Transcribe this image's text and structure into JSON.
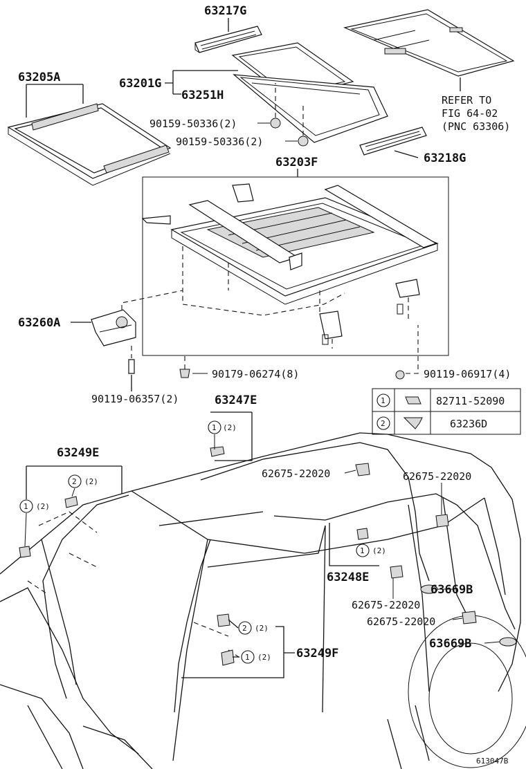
{
  "labels": {
    "p63217G": "63217G",
    "p63205A": "63205A",
    "p63201G": "63201G",
    "p63251H": "63251H",
    "b90159a": "90159-50336(2)",
    "b90159b": "90159-50336(2)",
    "refer1": "REFER TO",
    "refer2": "FIG 64-02",
    "refer3": "(PNC 63306)",
    "p63218G": "63218G",
    "p63203F": "63203F",
    "p63260A": "63260A",
    "b90179": "90179-06274(8)",
    "b90119a": "90119-06917(4)",
    "b90119b": "90119-06357(2)",
    "p63247E": "63247E",
    "p63249E": "63249E",
    "c62675a": "62675-22020",
    "c62675b": "62675-22020",
    "c62675c": "62675-22020",
    "c62675d": "62675-22020",
    "p63248E": "63248E",
    "p63669Ba": "63669B",
    "p63669Bb": "63669B",
    "p63249F": "63249F",
    "figcode": "613047B"
  },
  "markers": {
    "one": "1",
    "two": "2",
    "qty2": "(2)"
  },
  "legend": {
    "rows": [
      {
        "index": "1",
        "part": "82711-52090"
      },
      {
        "index": "2",
        "part": "63236D"
      }
    ]
  }
}
